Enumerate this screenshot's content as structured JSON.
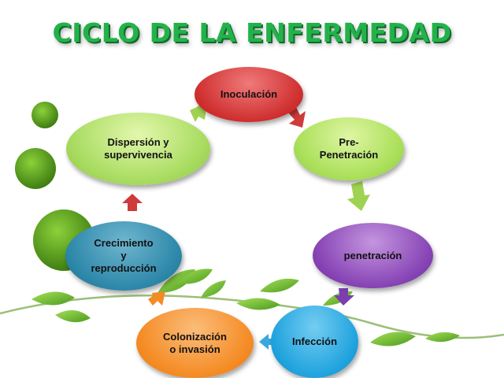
{
  "title": "CICLO DE LA ENFERMEDAD",
  "nodes": {
    "inoculacion": "Inoculación",
    "pre_penetracion_1": "Pre-",
    "pre_penetracion_2": "Penetración",
    "penetracion": "penetración",
    "infeccion": "Infección",
    "colonizacion_1": "Colonización",
    "colonizacion_2": "o invasión",
    "crecimiento_1": "Crecimiento",
    "crecimiento_2": "y",
    "crecimiento_3": "reproducción",
    "dispersion_1": "Dispersión y",
    "dispersion_2": "supervivencia"
  },
  "colors": {
    "title": "#23b24a",
    "inoculacion": "#cf2e2e",
    "pre_penetracion": "#abe05b",
    "penetracion": "#8542b4",
    "infeccion": "#1ea2dd",
    "colonizacion": "#f48a22",
    "crecimiento": "#2b86a8",
    "dispersion": "#a9dc61",
    "decor_circles": "#5a9b1c"
  },
  "icons": [
    "green-circle-decoration",
    "vine-leaves-decoration",
    "cycle-arrow"
  ]
}
